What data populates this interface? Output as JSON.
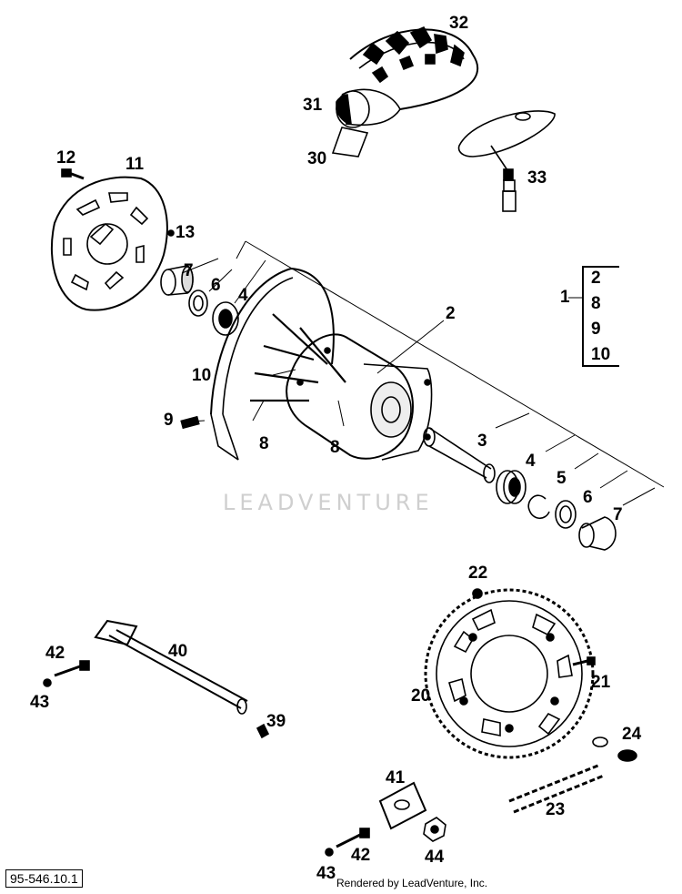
{
  "diagram": {
    "callouts": {
      "c1": "1",
      "c2": "2",
      "c3": "3",
      "c4a": "4",
      "c4b": "4",
      "c5": "5",
      "c6a": "6",
      "c6b": "6",
      "c7a": "7",
      "c7b": "7",
      "c8a": "8",
      "c8b": "8",
      "c9": "9",
      "c10": "10",
      "c11": "11",
      "c12": "12",
      "c13": "13",
      "c20": "20",
      "c21": "21",
      "c22": "22",
      "c23": "23",
      "c24": "24",
      "c30": "30",
      "c31": "31",
      "c32": "32",
      "c33": "33",
      "c39": "39",
      "c40": "40",
      "c41": "41",
      "c42a": "42",
      "c42b": "42",
      "c43a": "43",
      "c43b": "43",
      "c44": "44"
    },
    "assembly_group": {
      "parent": "1",
      "members": [
        "2",
        "8",
        "9",
        "10"
      ]
    },
    "part_code": "95-546.10.1",
    "credit": "Rendered by LeadVenture, Inc.",
    "watermark": "LEADVENTURE"
  }
}
